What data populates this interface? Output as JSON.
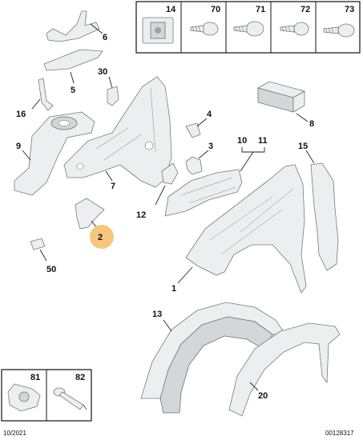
{
  "callouts": {
    "c1": "1",
    "c2": "2",
    "c3": "3",
    "c4": "4",
    "c5": "5",
    "c6": "6",
    "c7": "7",
    "c8": "8",
    "c9": "9",
    "c10": "10",
    "c11": "11",
    "c12": "12",
    "c13": "13",
    "c15": "15",
    "c16": "16",
    "c20": "20",
    "c30": "30",
    "c50": "50"
  },
  "fastener_panel_top": [
    "14",
    "70",
    "71",
    "72",
    "73"
  ],
  "fastener_panel_bottom": [
    "81",
    "82"
  ],
  "footer": {
    "date": "10/2021",
    "reference": "00128317"
  },
  "colors": {
    "highlight": "#f5c77e",
    "part_fill": "#eceef0",
    "outline": "#777a7e"
  }
}
